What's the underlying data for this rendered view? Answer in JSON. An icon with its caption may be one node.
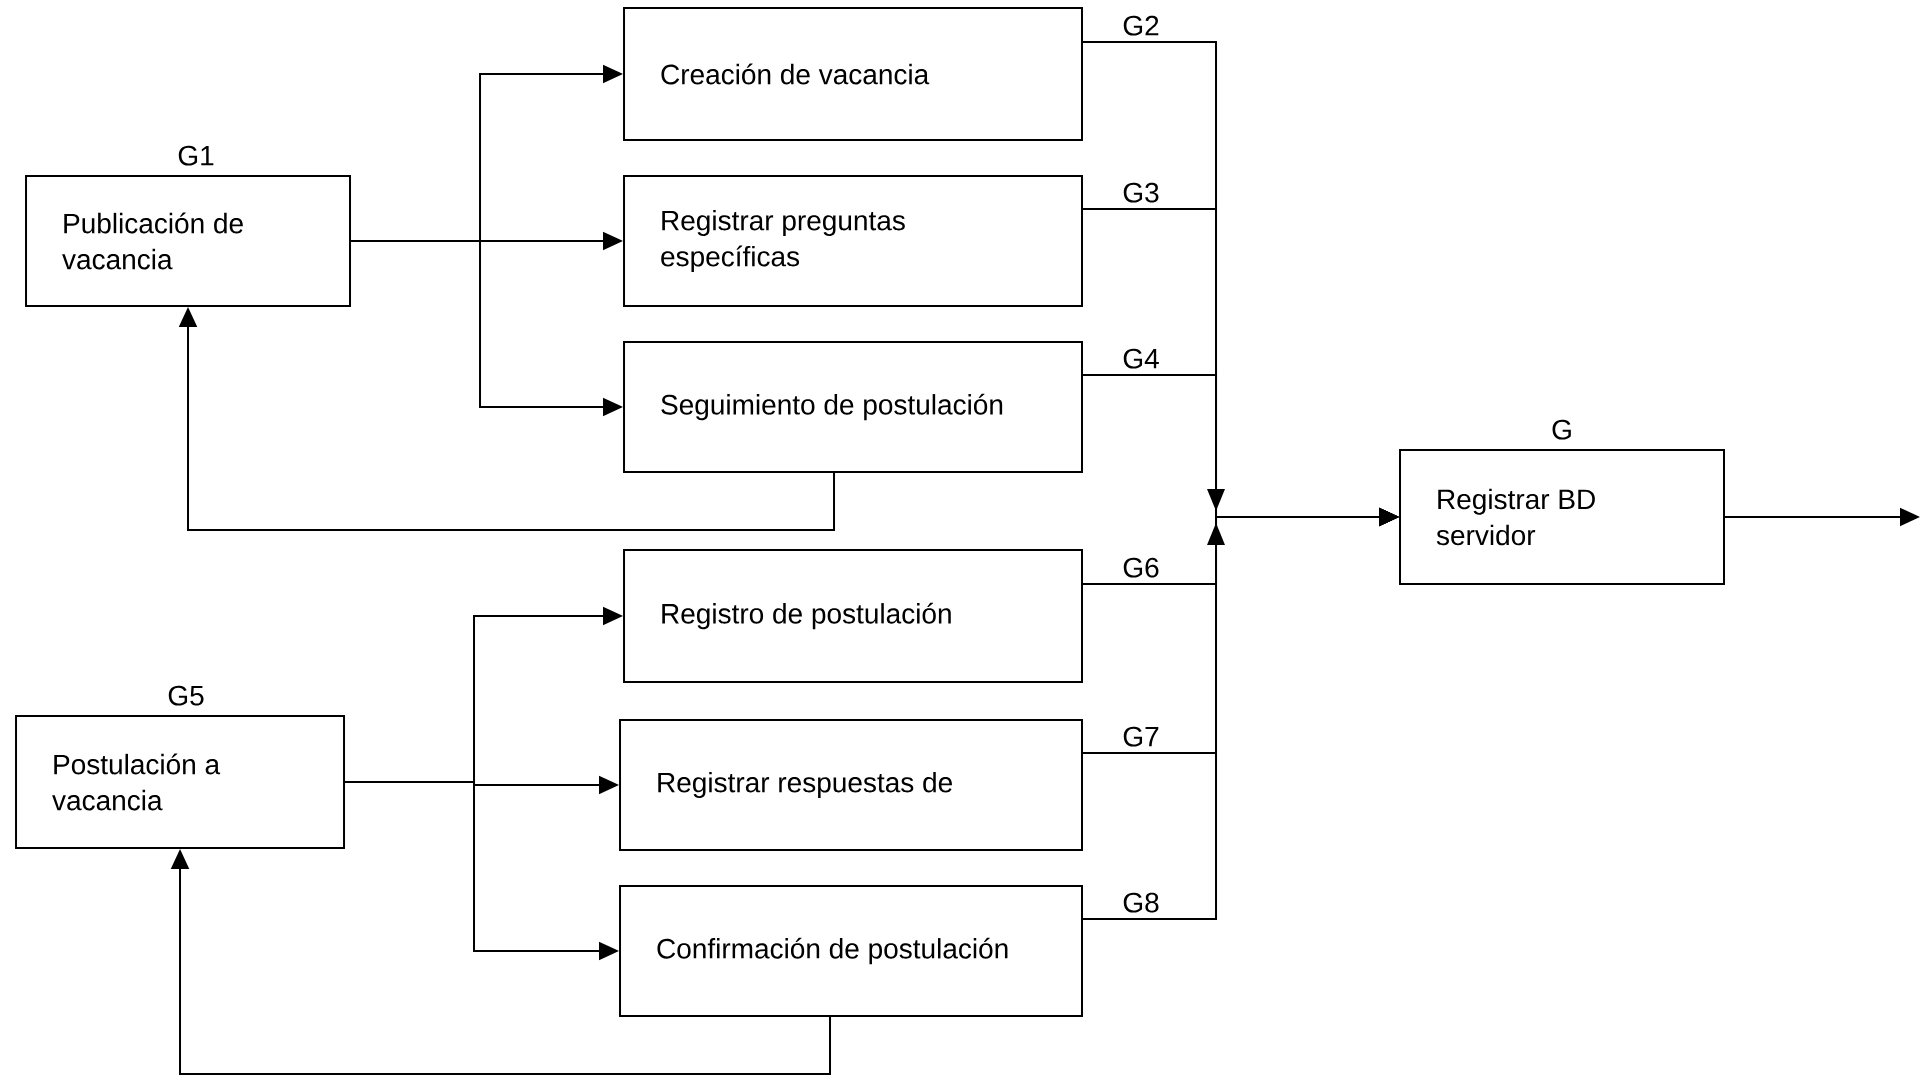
{
  "diagram": {
    "nodes": [
      {
        "text": [
          "Publicación de vacancia"
        ],
        "beside": [
          "G1"
        ]
      },
      {
        "text": [
          "Creación de vacancia"
        ]
      },
      {
        "text": [
          "Registrar preguntas específicas"
        ]
      },
      {
        "text": [
          "Seguimiento de postulación"
        ]
      },
      {
        "text": [
          "Postulación a vacancia"
        ],
        "beside": [
          "G5"
        ]
      },
      {
        "text": [
          "Registro de postulación"
        ]
      },
      {
        "text": [
          "Registrar respuestas de"
        ]
      },
      {
        "text": [
          "Confirmación de postulación"
        ]
      },
      {
        "text": [
          "Registrar BD servidor"
        ],
        "beside": [
          "G"
        ]
      }
    ],
    "edges": [
      {
        "from": 0,
        "to": 1,
        "arrow": "to"
      },
      {
        "from": 0,
        "to": 2,
        "arrow": "to"
      },
      {
        "from": 0,
        "to": 3,
        "arrow": "to"
      },
      {
        "from": 3,
        "to": 0,
        "arrow": "to"
      },
      {
        "from": 4,
        "to": 5,
        "arrow": "to"
      },
      {
        "from": 4,
        "to": 6,
        "arrow": "to"
      },
      {
        "from": 4,
        "to": 7,
        "arrow": "to"
      },
      {
        "from": 7,
        "to": 4,
        "arrow": "to"
      },
      {
        "from": 1,
        "to": 8,
        "arrow": "to",
        "label": "G2"
      },
      {
        "from": 2,
        "to": 8,
        "arrow": "to",
        "label": "G3"
      },
      {
        "from": 3,
        "to": 8,
        "arrow": "to",
        "label": "G4"
      },
      {
        "from": 5,
        "to": 8,
        "arrow": "to",
        "label": "G6"
      },
      {
        "from": 6,
        "to": 8,
        "arrow": "to",
        "label": "G7"
      },
      {
        "from": 7,
        "to": 8,
        "arrow": "to",
        "label": "G8"
      },
      {
        "from": 8,
        "to": null,
        "arrow": "to"
      }
    ]
  }
}
